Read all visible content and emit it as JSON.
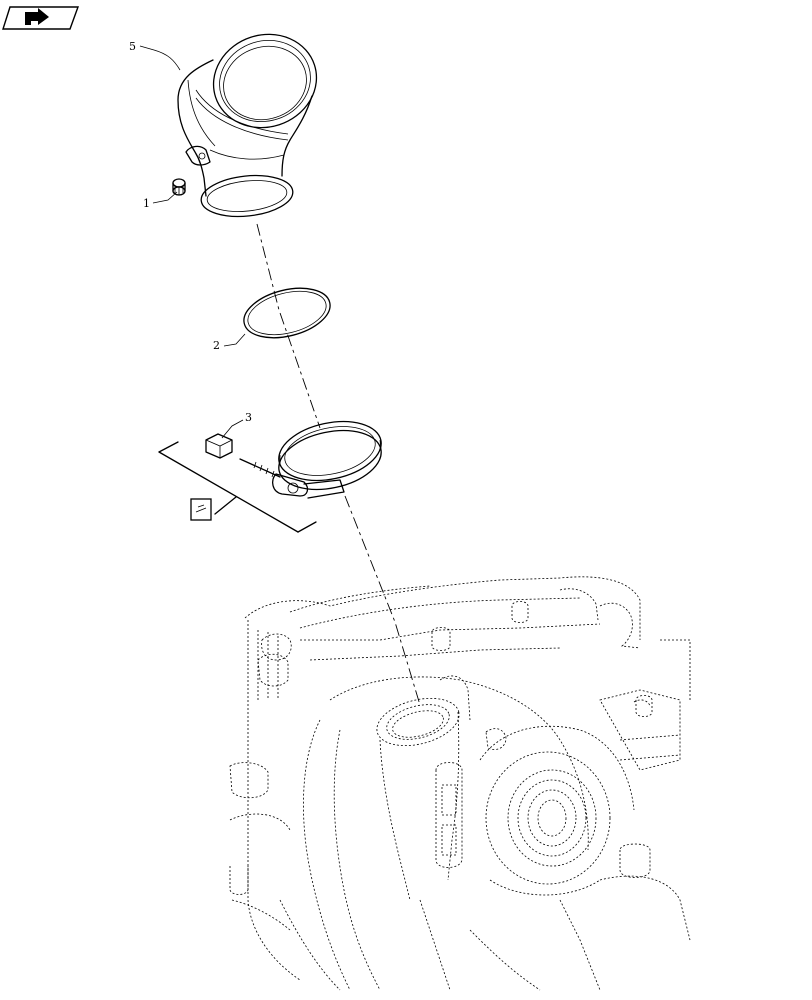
{
  "nav": {
    "back_icon": "arrow-back-icon"
  },
  "callouts": {
    "item_1": "1",
    "item_2": "2",
    "item_3": "3",
    "item_5": "5"
  },
  "kit": {
    "icon": "kit-box-icon"
  }
}
